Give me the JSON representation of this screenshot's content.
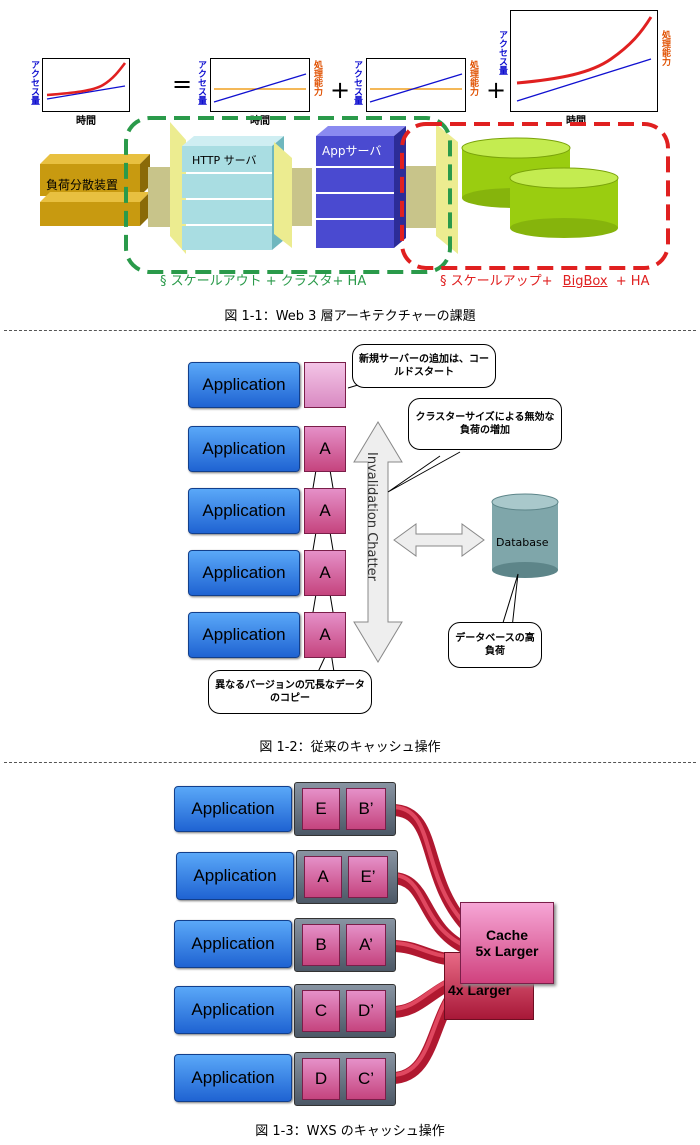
{
  "fig1": {
    "charts": [
      {
        "ylabel": "アクセス量",
        "y2label": "",
        "xlabel": "時間"
      },
      {
        "ylabel": "アクセス量",
        "y2label": "処理能力",
        "xlabel": "時間"
      },
      {
        "ylabel": "アクセス量",
        "y2label": "処理能力",
        "xlabel": ""
      },
      {
        "ylabel": "アクセス量",
        "y2label": "処理能力",
        "xlabel": "時間"
      }
    ],
    "ops": [
      "=",
      "+",
      "+"
    ],
    "load_balancer": "負荷分散装置",
    "http_server": "HTTP サーバ",
    "app_server": "Appサーバ",
    "green_label": "§ スケールアウト + クラスタ+ HA",
    "red_label_1": "§ スケールアップ+",
    "red_label_2": "BigBox",
    "red_label_3": "+ HA",
    "caption": "図 1-1：Web 3 層アーキテクチャーの課題",
    "colors": {
      "green": "#2a9a4a",
      "red": "#e02020",
      "access": "#1010d0",
      "capacity": "#e05000"
    }
  },
  "fig2": {
    "apps": [
      "Application",
      "Application",
      "Application",
      "Application",
      "Application"
    ],
    "cells": [
      "",
      "A",
      "A",
      "A",
      "A"
    ],
    "bubble_top": "新規サーバーの追加は、コールドスタート",
    "bubble_cluster": "クラスターサイズによる無効な負荷の増加",
    "bubble_db": "データベースの高負荷",
    "bubble_bottom": "異なるバージョンの冗長なデータのコピー",
    "arrow_label": "Invalidation Chatter",
    "database": "Database",
    "caption": "図 1-2：従来のキャッシュ操作"
  },
  "fig3": {
    "rows": [
      {
        "app": "Application",
        "left": "E",
        "right": "B’"
      },
      {
        "app": "Application",
        "left": "A",
        "right": "E’"
      },
      {
        "app": "Application",
        "left": "B",
        "right": "A’"
      },
      {
        "app": "Application",
        "left": "C",
        "right": "D’"
      },
      {
        "app": "Application",
        "left": "D",
        "right": "C’"
      }
    ],
    "cache_line1": "Cache",
    "cache_line2": "5x Larger",
    "back_box": "4x Larger",
    "caption": "図 1-3：WXS のキャッシュ操作"
  }
}
